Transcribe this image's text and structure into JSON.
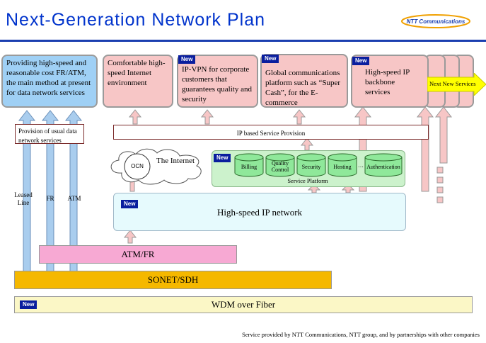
{
  "title": "Next-Generation Network Plan",
  "logo": {
    "text": "NTT Communications"
  },
  "new_badge": "New",
  "services": [
    {
      "text": "Providing high-speed and reasonable cost FR/ATM, the main method at present for data network services",
      "is_new": false
    },
    {
      "text": "Comfortable high-speed Internet environment",
      "is_new": false
    },
    {
      "text": "IP-VPN for corporate customers that guarantees quality and security",
      "is_new": true
    },
    {
      "text": "Global communications platform such as “Super Cash”, for the E-commerce",
      "is_new": true
    },
    {
      "text": "High-speed IP backbone services",
      "is_new": true
    }
  ],
  "next_services": "Next New Services",
  "provision_usual": "Provision of usual data network services",
  "ip_service_provision": "IP based Service Provision",
  "internet": {
    "ocn": "OCN",
    "label": "The Internet"
  },
  "platform": {
    "label": "Service Platform",
    "items": [
      "Billing",
      "Quality Control",
      "Security",
      "Hosting",
      "Authentication"
    ],
    "ellipsis": "…"
  },
  "access_labels": [
    "Leased Line",
    "FR",
    "ATM"
  ],
  "ip_network": "High-speed IP network",
  "atm_fr": "ATM/FR",
  "sonet": "SONET/SDH",
  "wdm": "WDM over Fiber",
  "footer": "Service provided by NTT Communications, NTT group, and by partnerships with other companies",
  "colors": {
    "title": "#0033cc",
    "service_pink": "#f7c6c6",
    "service_blue": "#9fd0f5",
    "atm_fr": "#f7a9d3",
    "sonet": "#f5b800",
    "wdm": "#fbf7c6",
    "ip_network": "#e6fafd",
    "platform": "#ccf2cc",
    "db": "#8fe89a",
    "next_arrow": "#ffff00"
  }
}
